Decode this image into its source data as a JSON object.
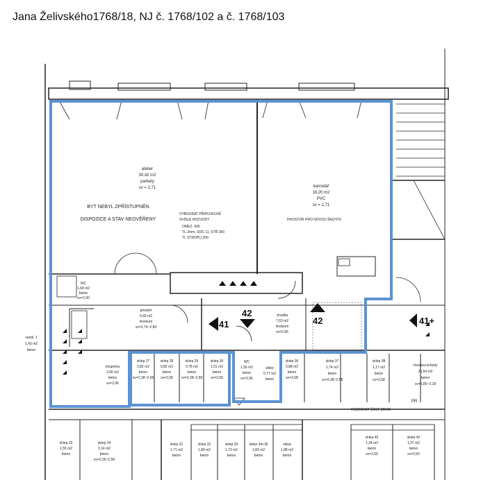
{
  "title": "Jana Želivského1768/18, NJ č. 1768/102 a č. 1768/103",
  "colors": {
    "highlight": "#5b93d3",
    "lines": "#222222",
    "background": "#ffffff"
  },
  "icons": [
    "triangle-left-arrow-icon",
    "triangle-down-arrow-icon",
    "triangle-up-arrow-icon"
  ],
  "plan": {
    "rooms": {
      "atelier": [
        "atelier",
        "30,42 m2",
        "parkety",
        "sv = 2,71"
      ],
      "kancelar": [
        "kancelář",
        "16,20 m2",
        "PVC",
        "sv = 2,71"
      ],
      "not_accessible": [
        "BYT NEBYL ZPŘÍSTUPNĚN",
        "DISPOZICE A STAV NEOVĚŘENY"
      ],
      "note1": [
        "VYBOURAT PŘÍPOJKOVÉ",
        "SVISLÉ ROZVODY",
        "OMEZ. 900",
        "TL.3mm, SOC 11, STŘ 300",
        "TL STROPU 200"
      ],
      "note2": [
        "PROSTOR PRO NOVOU ŠACHTU"
      ],
      "wc": [
        "WC",
        "1,64 m2",
        "beton",
        "sv=2,90"
      ],
      "predsin": [
        "předsíň",
        "6,69 m2",
        "linoleum",
        "sv=2,74~2,84"
      ],
      "chodba": [
        "chodba",
        "7,63 m2",
        "linoleum",
        "sv=2,85"
      ],
      "koupelna": [
        "koupelna",
        "2,66 m2",
        "beton",
        "sv=2,96"
      ],
      "ventil": [
        "ventil. 1",
        "1,43 m2",
        "beton"
      ],
      "wc2": [
        "WC",
        "1,56 m2",
        "beton",
        "sv=2,95"
      ],
      "sklep27": [
        "sklep 27",
        "0,82 m2",
        "beton",
        "sv=2,38~2,58"
      ],
      "sklep28": [
        "sklep 28",
        "0,82 m2",
        "beton",
        "sv=2,58"
      ],
      "sklep29": [
        "sklep 29",
        "0,78 m2",
        "beton",
        "sv=2,38~2,58"
      ],
      "sklep30": [
        "sklep 30",
        "1,01 m2",
        "beton",
        "sv=2,58"
      ],
      "sklep31": [
        "sklep",
        "0,77 m2",
        "beton"
      ],
      "sklep36": [
        "sklep 36",
        "0,88 m2",
        "beton",
        "sv=2,58"
      ],
      "sklep37": [
        "sklep 37",
        "1,74 m2",
        "beton",
        "sv=2,38~2,58"
      ],
      "sklep38": [
        "sklep 38",
        "1,17 m2",
        "beton",
        "sv=2,58"
      ],
      "chodba_schod": [
        "chodba+schody",
        "26,54 m2",
        "beton",
        "sv=1,85~3,18"
      ],
      "sklep23": [
        "sklep 23",
        "1,55 m2",
        "beton"
      ],
      "sklep24": [
        "sklep 24",
        "2,14 m2",
        "beton",
        "sv=2,36~2,58"
      ],
      "sklep31b": [
        "sklep 31",
        "1,71 m2",
        "beton"
      ],
      "sklep32": [
        "sklep 32",
        "1,80 m2",
        "beton"
      ],
      "sklep33": [
        "sklep 33",
        "1,73 m2",
        "beton"
      ],
      "sklep34": [
        "sklep 34+35",
        "1,83 m2",
        "beton"
      ],
      "sklep35": [
        "sklep",
        "1,88 m2",
        "beton"
      ],
      "sklep40": [
        "sklep 40",
        "1,34 m2",
        "beton",
        "sv=2,50"
      ],
      "sklep42": [
        "sklep 42",
        "1,37 m2",
        "beton",
        "sv=2,50"
      ]
    },
    "markers": {
      "m41": "41",
      "m42a": "42",
      "m42b": "42",
      "m41b": "41+"
    },
    "small": {
      "pr": "PR",
      "bottom_note": "ROZEBRAT ČÁST ZDIVA"
    }
  }
}
